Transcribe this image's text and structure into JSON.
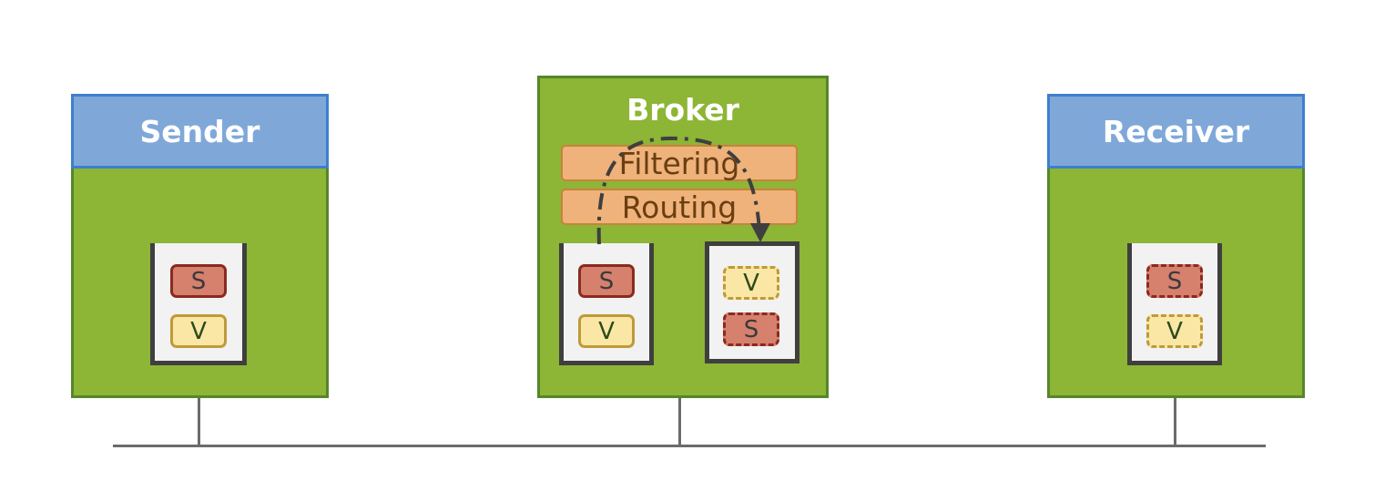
{
  "nodes": {
    "sender": {
      "title": "Sender",
      "messages": [
        "S",
        "V"
      ]
    },
    "broker": {
      "title": "Broker",
      "stages": [
        "Filtering",
        "Routing"
      ],
      "inbound_messages": [
        "S",
        "V"
      ],
      "outbound_messages": [
        "V",
        "S"
      ]
    },
    "receiver": {
      "title": "Receiver",
      "messages": [
        "S",
        "V"
      ]
    }
  },
  "colors": {
    "node_fill": "#8db536",
    "header_fill": "#7fa8d9",
    "stage_fill": "#efb27a",
    "s_token": "#d6806e",
    "v_token": "#fae7a5",
    "bus": "#6b6b6b"
  }
}
